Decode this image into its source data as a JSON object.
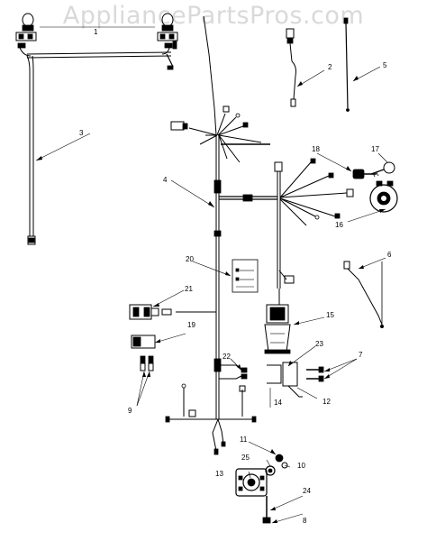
{
  "watermark": "AppliancePartsPros.com",
  "part_labels": [
    "1",
    "2",
    "3",
    "4",
    "5",
    "6",
    "7",
    "8",
    "9",
    "10",
    "11",
    "12",
    "13",
    "14",
    "15",
    "16",
    "17",
    "18",
    "19",
    "20",
    "21",
    "22",
    "23",
    "24",
    "25"
  ],
  "colors": {
    "line": "#000000",
    "watermark": "#d9d9d9",
    "background": "#ffffff"
  }
}
